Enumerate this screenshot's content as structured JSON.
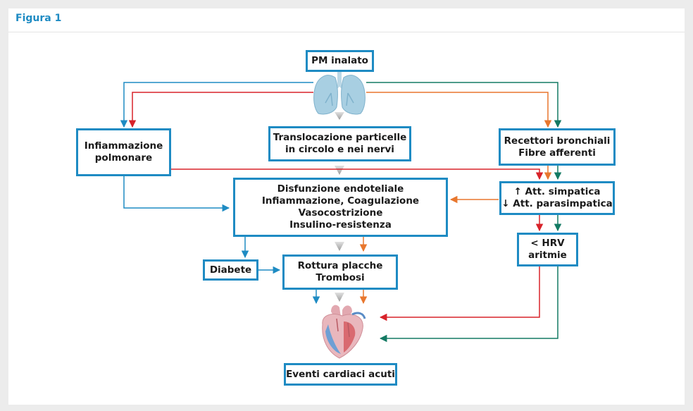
{
  "figure": {
    "title": "Figura 1"
  },
  "nodes": {
    "pm": {
      "lines": [
        "PM inalato"
      ]
    },
    "inflam": {
      "lines": [
        "Infiammazione",
        "polmonare"
      ]
    },
    "transloc": {
      "lines": [
        "Translocazione particelle",
        "in circolo e nei nervi"
      ]
    },
    "recettori": {
      "lines": [
        "Recettori bronchiali",
        "Fibre afferenti"
      ]
    },
    "disfunzione": {
      "lines": [
        "Disfunzione endoteliale",
        "Infiammazione, Coagulazione",
        "Vasocostrizione",
        "Insulino-resistenza"
      ]
    },
    "att": {
      "lines": [
        "↑ Att. simpatica",
        "↓ Att. parasimpatica"
      ]
    },
    "hrv": {
      "lines": [
        "< HRV",
        "aritmie"
      ]
    },
    "diabete": {
      "lines": [
        "Diabete"
      ]
    },
    "rottura": {
      "lines": [
        "Rottura placche",
        "Trombosi"
      ]
    },
    "eventi": {
      "lines": [
        "Eventi cardiaci acuti"
      ]
    }
  },
  "colors": {
    "border": "#1e8bc3",
    "blue": "#1e8bc3",
    "red": "#d8232a",
    "orange": "#e8772e",
    "green": "#137a63",
    "gray": "#b3b3b3"
  },
  "icons": [
    "lungs-icon",
    "heart-icon"
  ]
}
